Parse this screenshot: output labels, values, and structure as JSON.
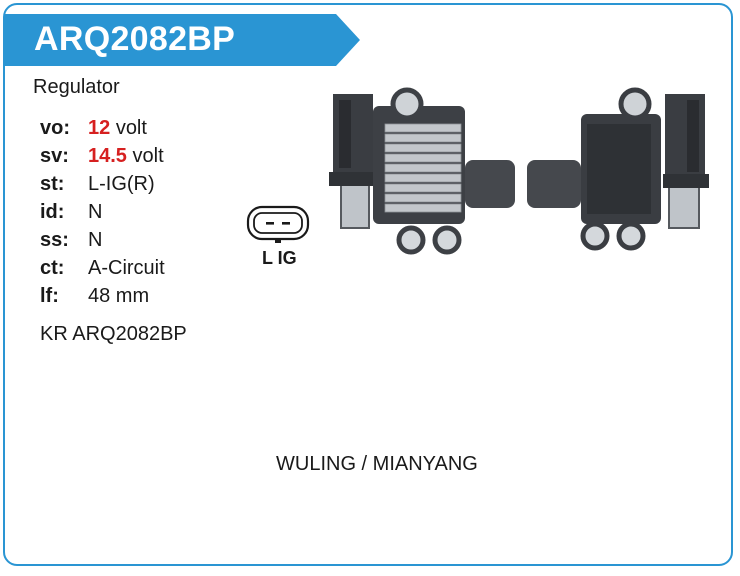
{
  "header": {
    "part_number": "ARQ2082BP"
  },
  "product_type": "Regulator",
  "specs": [
    {
      "key": "vo:",
      "value": "12",
      "unit": "volt",
      "highlight": true
    },
    {
      "key": "sv:",
      "value": "14.5",
      "unit": "volt",
      "highlight": true
    },
    {
      "key": "st:",
      "value": "L-IG(R)",
      "unit": "",
      "highlight": false
    },
    {
      "key": "id:",
      "value": "N",
      "unit": "",
      "highlight": false
    },
    {
      "key": "ss:",
      "value": "N",
      "unit": "",
      "highlight": false
    },
    {
      "key": "ct:",
      "value": "A-Circuit",
      "unit": "",
      "highlight": false
    },
    {
      "key": "lf:",
      "value": "48 mm",
      "unit": "",
      "highlight": false
    }
  ],
  "cross_reference": "KR ARQ2082BP",
  "connector": {
    "label": "L IG",
    "icon": "two-pin-connector-icon"
  },
  "application": "WULING / MIANYANG",
  "colors": {
    "accent": "#2a95d3",
    "highlight": "#d62020"
  }
}
